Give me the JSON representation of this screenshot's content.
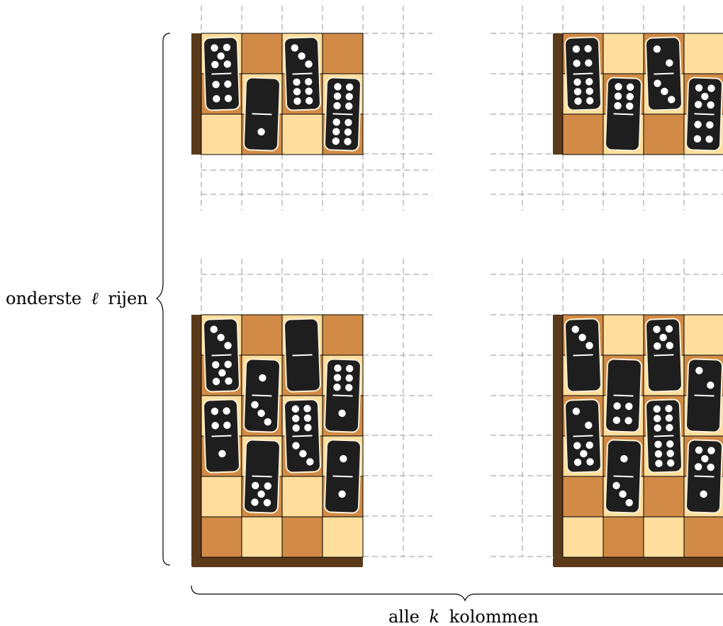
{
  "labels": {
    "left_prefix": "onderste",
    "left_symbol": "ℓ",
    "left_suffix": "rijen",
    "bottom_prefix": "alle",
    "bottom_symbol": "k",
    "bottom_suffix": "kolommen"
  },
  "colors": {
    "square_dark": "#D18B47",
    "square_light": "#FFDE9D",
    "board_frame": "#5A3A1A",
    "domino_body": "#1E1E1E",
    "domino_border": "#FFF3DA",
    "pip": "#FFFFFF",
    "grid_dash": "#9A9A9A"
  },
  "boards": [
    {
      "id": "top-left",
      "rows": 3,
      "cols": 4,
      "dominoes": [
        {
          "col": 0,
          "row": 0,
          "pips": [
            5,
            4
          ]
        },
        {
          "col": 1,
          "row": 1,
          "pips": [
            0,
            1
          ]
        },
        {
          "col": 2,
          "row": 0,
          "pips": [
            3,
            6
          ]
        },
        {
          "col": 3,
          "row": 1,
          "pips": [
            6,
            6
          ]
        }
      ]
    },
    {
      "id": "top-right",
      "rows": 3,
      "cols": 4,
      "dominoes": [
        {
          "col": 0,
          "row": 0,
          "pips": [
            4,
            6
          ]
        },
        {
          "col": 1,
          "row": 1,
          "pips": [
            6,
            0
          ]
        },
        {
          "col": 2,
          "row": 0,
          "pips": [
            2,
            3
          ]
        },
        {
          "col": 3,
          "row": 1,
          "pips": [
            5,
            4
          ]
        }
      ]
    },
    {
      "id": "bottom-left",
      "rows": 6,
      "cols": 4,
      "dominoes": [
        {
          "col": 0,
          "row": 0,
          "pips": [
            3,
            5
          ]
        },
        {
          "col": 1,
          "row": 1,
          "pips": [
            1,
            3
          ]
        },
        {
          "col": 2,
          "row": 0,
          "pips": [
            0,
            0
          ]
        },
        {
          "col": 3,
          "row": 1,
          "pips": [
            6,
            1
          ]
        },
        {
          "col": 0,
          "row": 2,
          "pips": [
            4,
            1
          ]
        },
        {
          "col": 1,
          "row": 3,
          "pips": [
            0,
            5
          ]
        },
        {
          "col": 2,
          "row": 2,
          "pips": [
            6,
            3
          ]
        },
        {
          "col": 3,
          "row": 3,
          "pips": [
            1,
            1
          ]
        }
      ]
    },
    {
      "id": "bottom-right",
      "rows": 6,
      "cols": 4,
      "dominoes": [
        {
          "col": 0,
          "row": 0,
          "pips": [
            3,
            0
          ]
        },
        {
          "col": 1,
          "row": 1,
          "pips": [
            0,
            4
          ]
        },
        {
          "col": 2,
          "row": 0,
          "pips": [
            5,
            0
          ]
        },
        {
          "col": 3,
          "row": 1,
          "pips": [
            2,
            0
          ]
        },
        {
          "col": 0,
          "row": 2,
          "pips": [
            2,
            5
          ]
        },
        {
          "col": 1,
          "row": 3,
          "pips": [
            1,
            3
          ]
        },
        {
          "col": 2,
          "row": 2,
          "pips": [
            6,
            6
          ]
        },
        {
          "col": 3,
          "row": 3,
          "pips": [
            5,
            1
          ]
        }
      ]
    }
  ]
}
